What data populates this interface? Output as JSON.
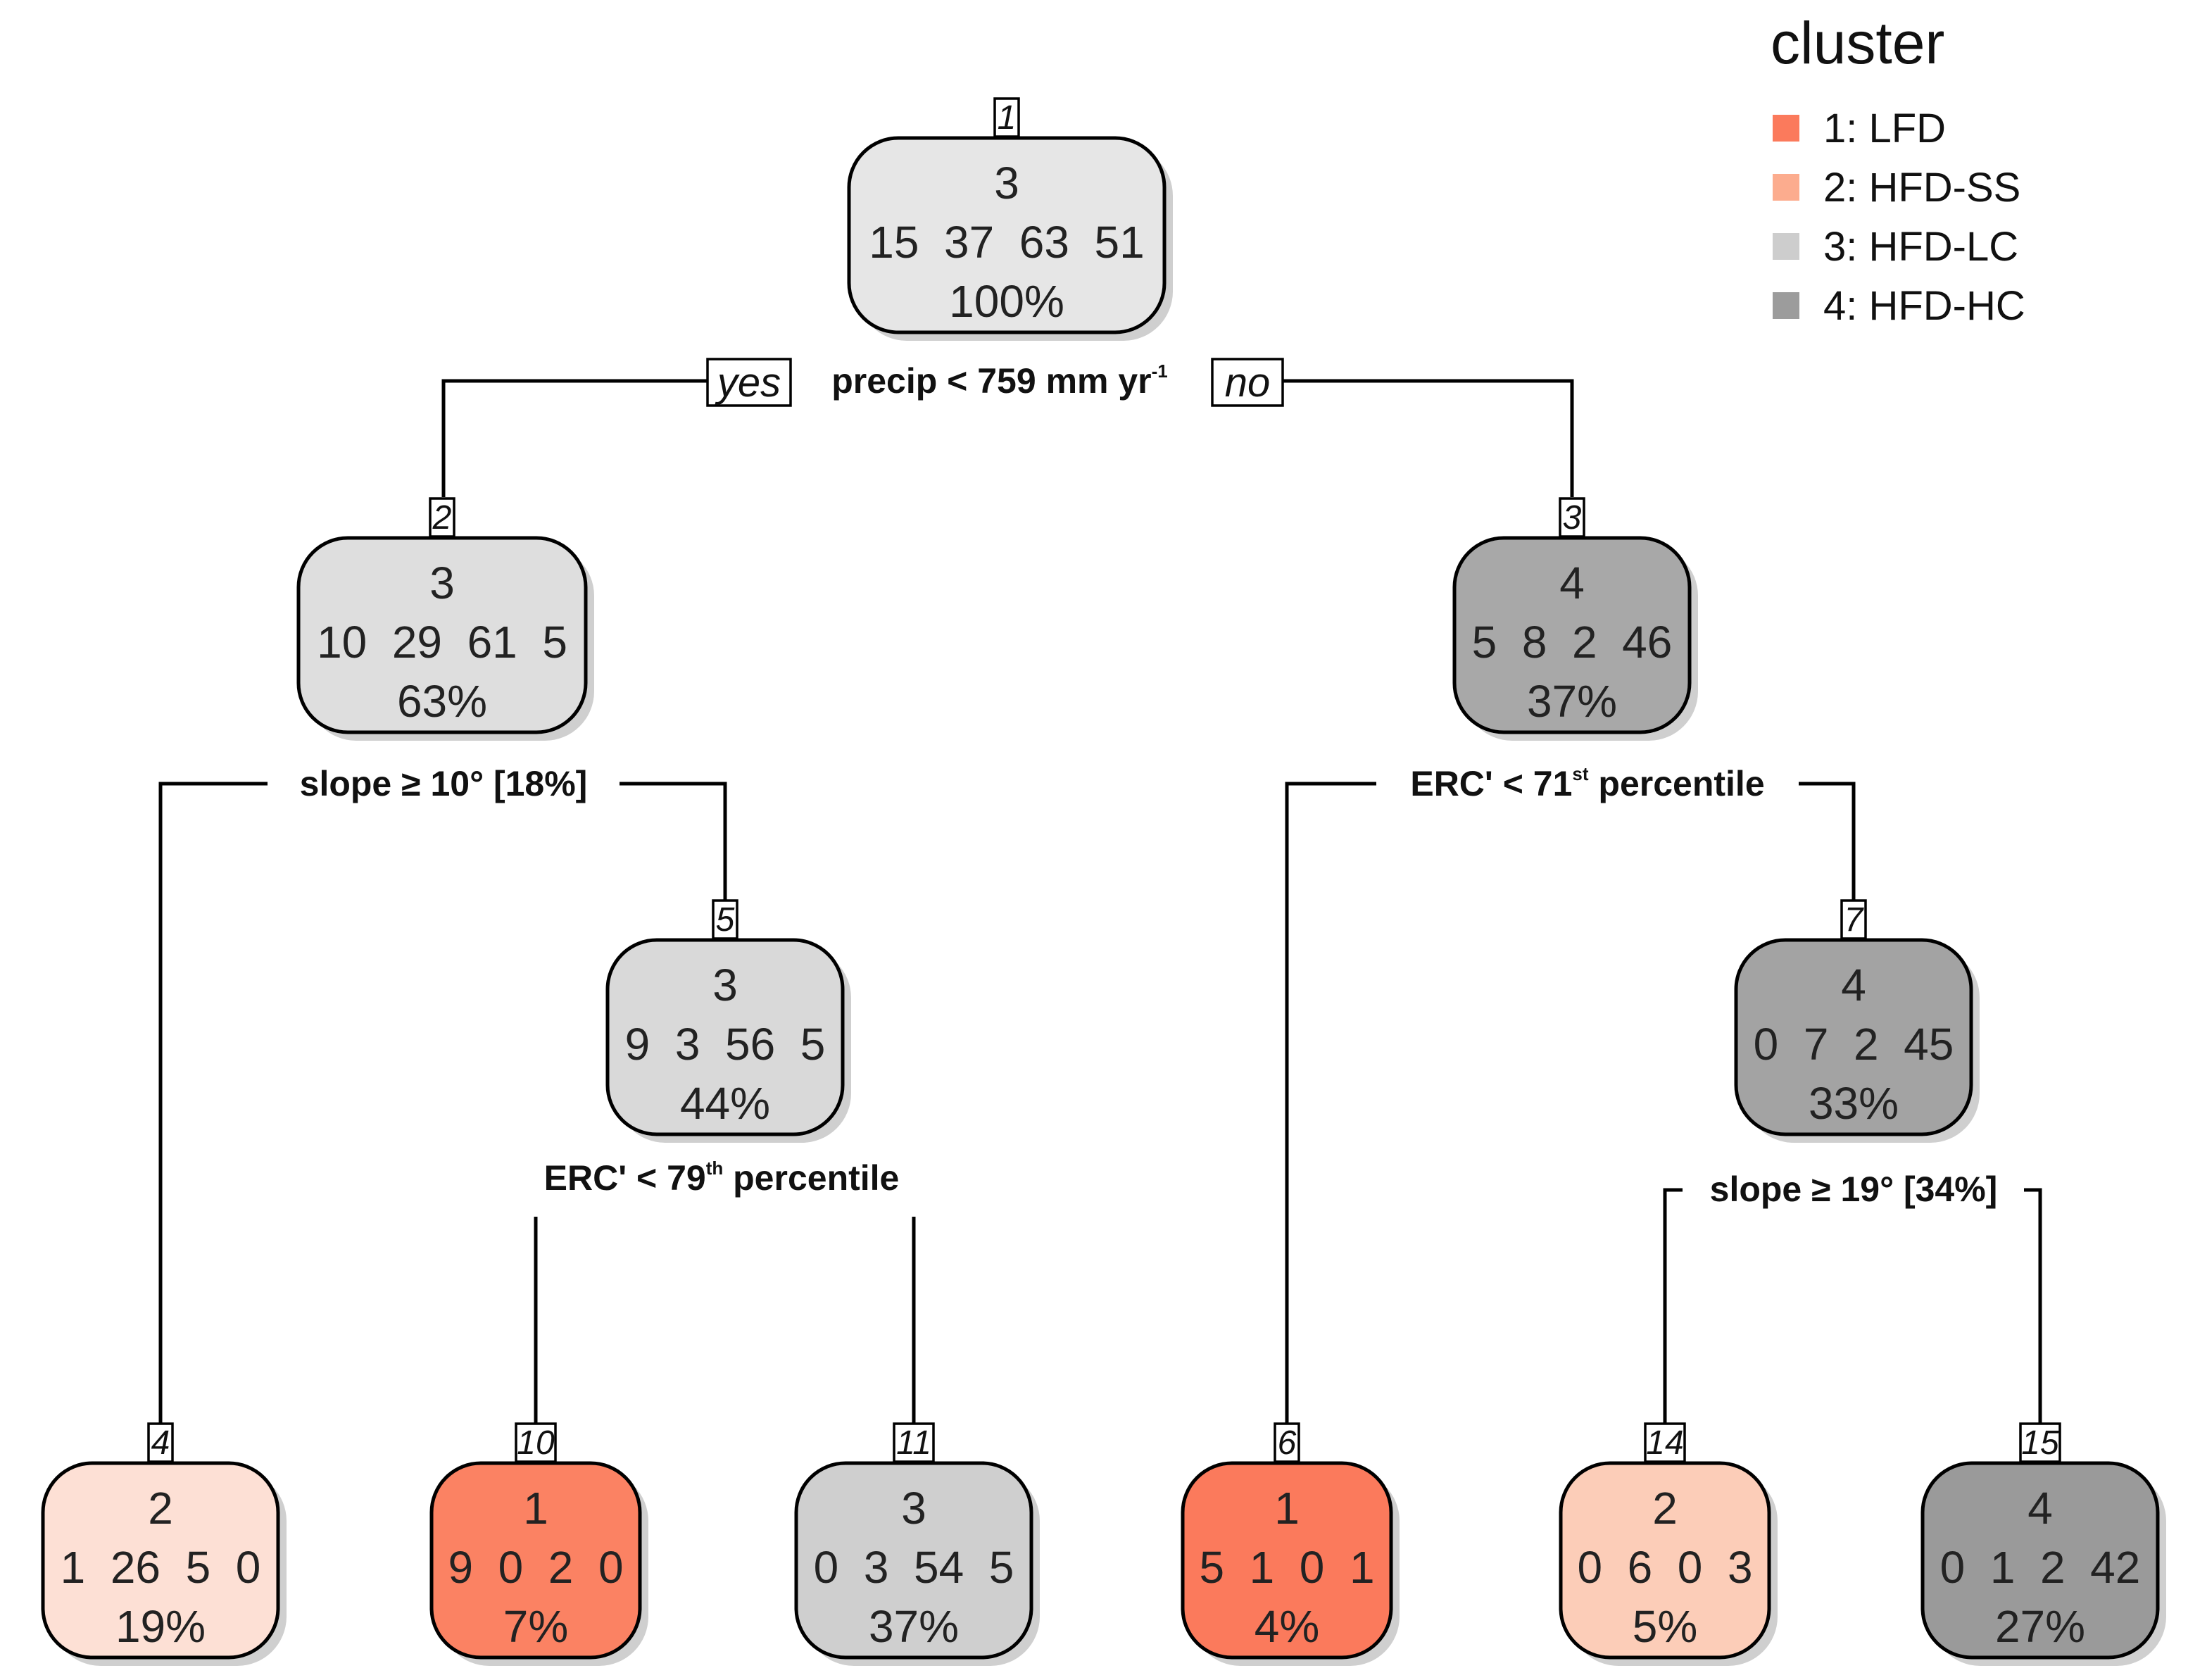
{
  "legend": {
    "title": "cluster",
    "items": [
      {
        "label": "1: LFD",
        "color": "#fb7a5c"
      },
      {
        "label": "2: HFD-SS",
        "color": "#fcac8e"
      },
      {
        "label": "3: HFD-LC",
        "color": "#cdcdcd"
      },
      {
        "label": "4: HFD-HC",
        "color": "#9c9c9c"
      }
    ]
  },
  "branch_labels": {
    "yes": "yes",
    "no": "no"
  },
  "nodes": [
    {
      "id": "1",
      "cls": "3",
      "counts": "15  37  63  51",
      "pct": "100%",
      "color": "#e6e6e6"
    },
    {
      "id": "2",
      "cls": "3",
      "counts": "10  29  61  5",
      "pct": "63%",
      "color": "#dedede"
    },
    {
      "id": "3",
      "cls": "4",
      "counts": "5  8  2  46",
      "pct": "37%",
      "color": "#a8a8a8"
    },
    {
      "id": "5",
      "cls": "3",
      "counts": "9  3  56  5",
      "pct": "44%",
      "color": "#d9d9d9"
    },
    {
      "id": "7",
      "cls": "4",
      "counts": "0  7  2  45",
      "pct": "33%",
      "color": "#a3a3a3"
    },
    {
      "id": "4",
      "cls": "2",
      "counts": "1  26  5  0",
      "pct": "19%",
      "color": "#fde0d5"
    },
    {
      "id": "10",
      "cls": "1",
      "counts": "9  0  2  0",
      "pct": "7%",
      "color": "#fb8263"
    },
    {
      "id": "11",
      "cls": "3",
      "counts": "0  3  54  5",
      "pct": "37%",
      "color": "#cfcfcf"
    },
    {
      "id": "6",
      "cls": "1",
      "counts": "5  1  0  1",
      "pct": "4%",
      "color": "#fb7a5c"
    },
    {
      "id": "14",
      "cls": "2",
      "counts": "0  6  0  3",
      "pct": "5%",
      "color": "#fccdb8"
    },
    {
      "id": "15",
      "cls": "4",
      "counts": "0  1  2  42",
      "pct": "27%",
      "color": "#9a9a9a"
    }
  ],
  "splits": [
    {
      "text": "precip < 759 mm yr",
      "sup": "-1",
      "suffix": ""
    },
    {
      "text": "slope ≥ 10° [18%]",
      "sup": "",
      "suffix": ""
    },
    {
      "text": "ERC' < 71",
      "sup": "st",
      "suffix": " percentile"
    },
    {
      "text": "ERC' < 79",
      "sup": "th",
      "suffix": " percentile"
    },
    {
      "text": "slope ≥ 19° [34%]",
      "sup": "",
      "suffix": ""
    }
  ]
}
